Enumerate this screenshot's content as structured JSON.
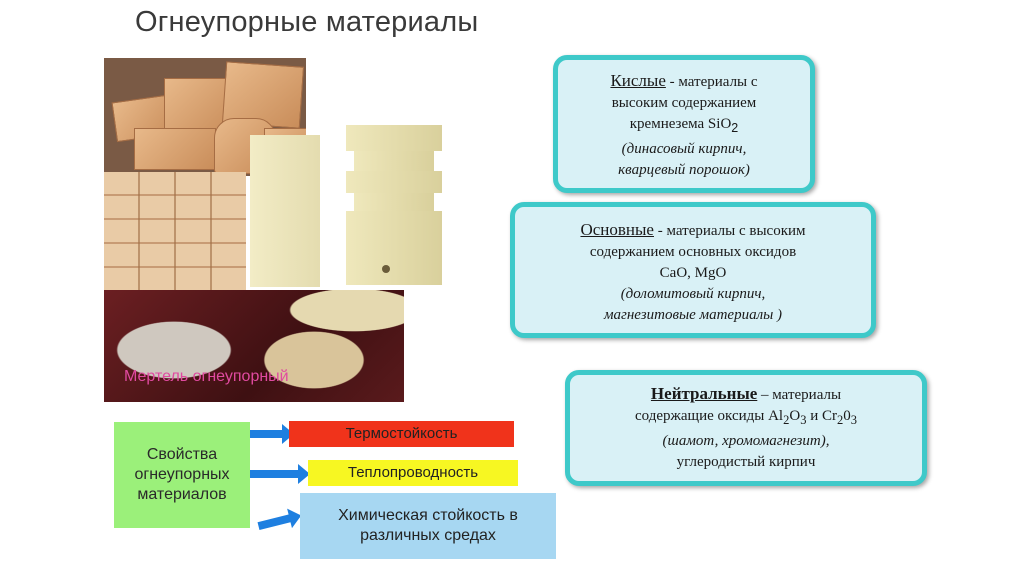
{
  "title": "Огнеупорные материалы",
  "photo": {
    "powder_label": "Мертель огнеупорный"
  },
  "cards": {
    "acid": {
      "head": "Кислые",
      "dash": " - ",
      "line1": "материалы с",
      "line2": "высоким содержанием",
      "line3_text": "кремнезема SiO",
      "line3_sub": "2",
      "line4": "(динасовый кирпич,",
      "line5": "кварцевый порошок)"
    },
    "base": {
      "head": "Основные",
      "dash": " - ",
      "line1": "материалы с высоким",
      "line2": "содержанием основных оксидов",
      "line3": "CaO, MgO",
      "line4": "(доломитовый кирпич,",
      "line5": "магнезитовые материалы )"
    },
    "neutral": {
      "head": "Нейтральные",
      "dash": " – ",
      "line1": "материалы",
      "line2_a": "содержащие оксиды Al",
      "line2_sub1": "2",
      "line2_b": "O",
      "line2_sub2": "3",
      "line2_c": " и Cr",
      "line2_sub3": "2",
      "line2_d": "0",
      "line2_sub4": "3",
      "line3": "(шамот, хромомагнезит),",
      "line4": "углеродистый кирпич"
    }
  },
  "properties": {
    "label": "Свойства огнеупорных материалов",
    "items": [
      "Термостойкость",
      "Теплопроводность",
      "Химическая стойкость в различных средах"
    ]
  },
  "colors": {
    "card_border": "#3ec9c9",
    "card_fill": "#d9f1f6",
    "arrow": "#1e7fe0"
  }
}
